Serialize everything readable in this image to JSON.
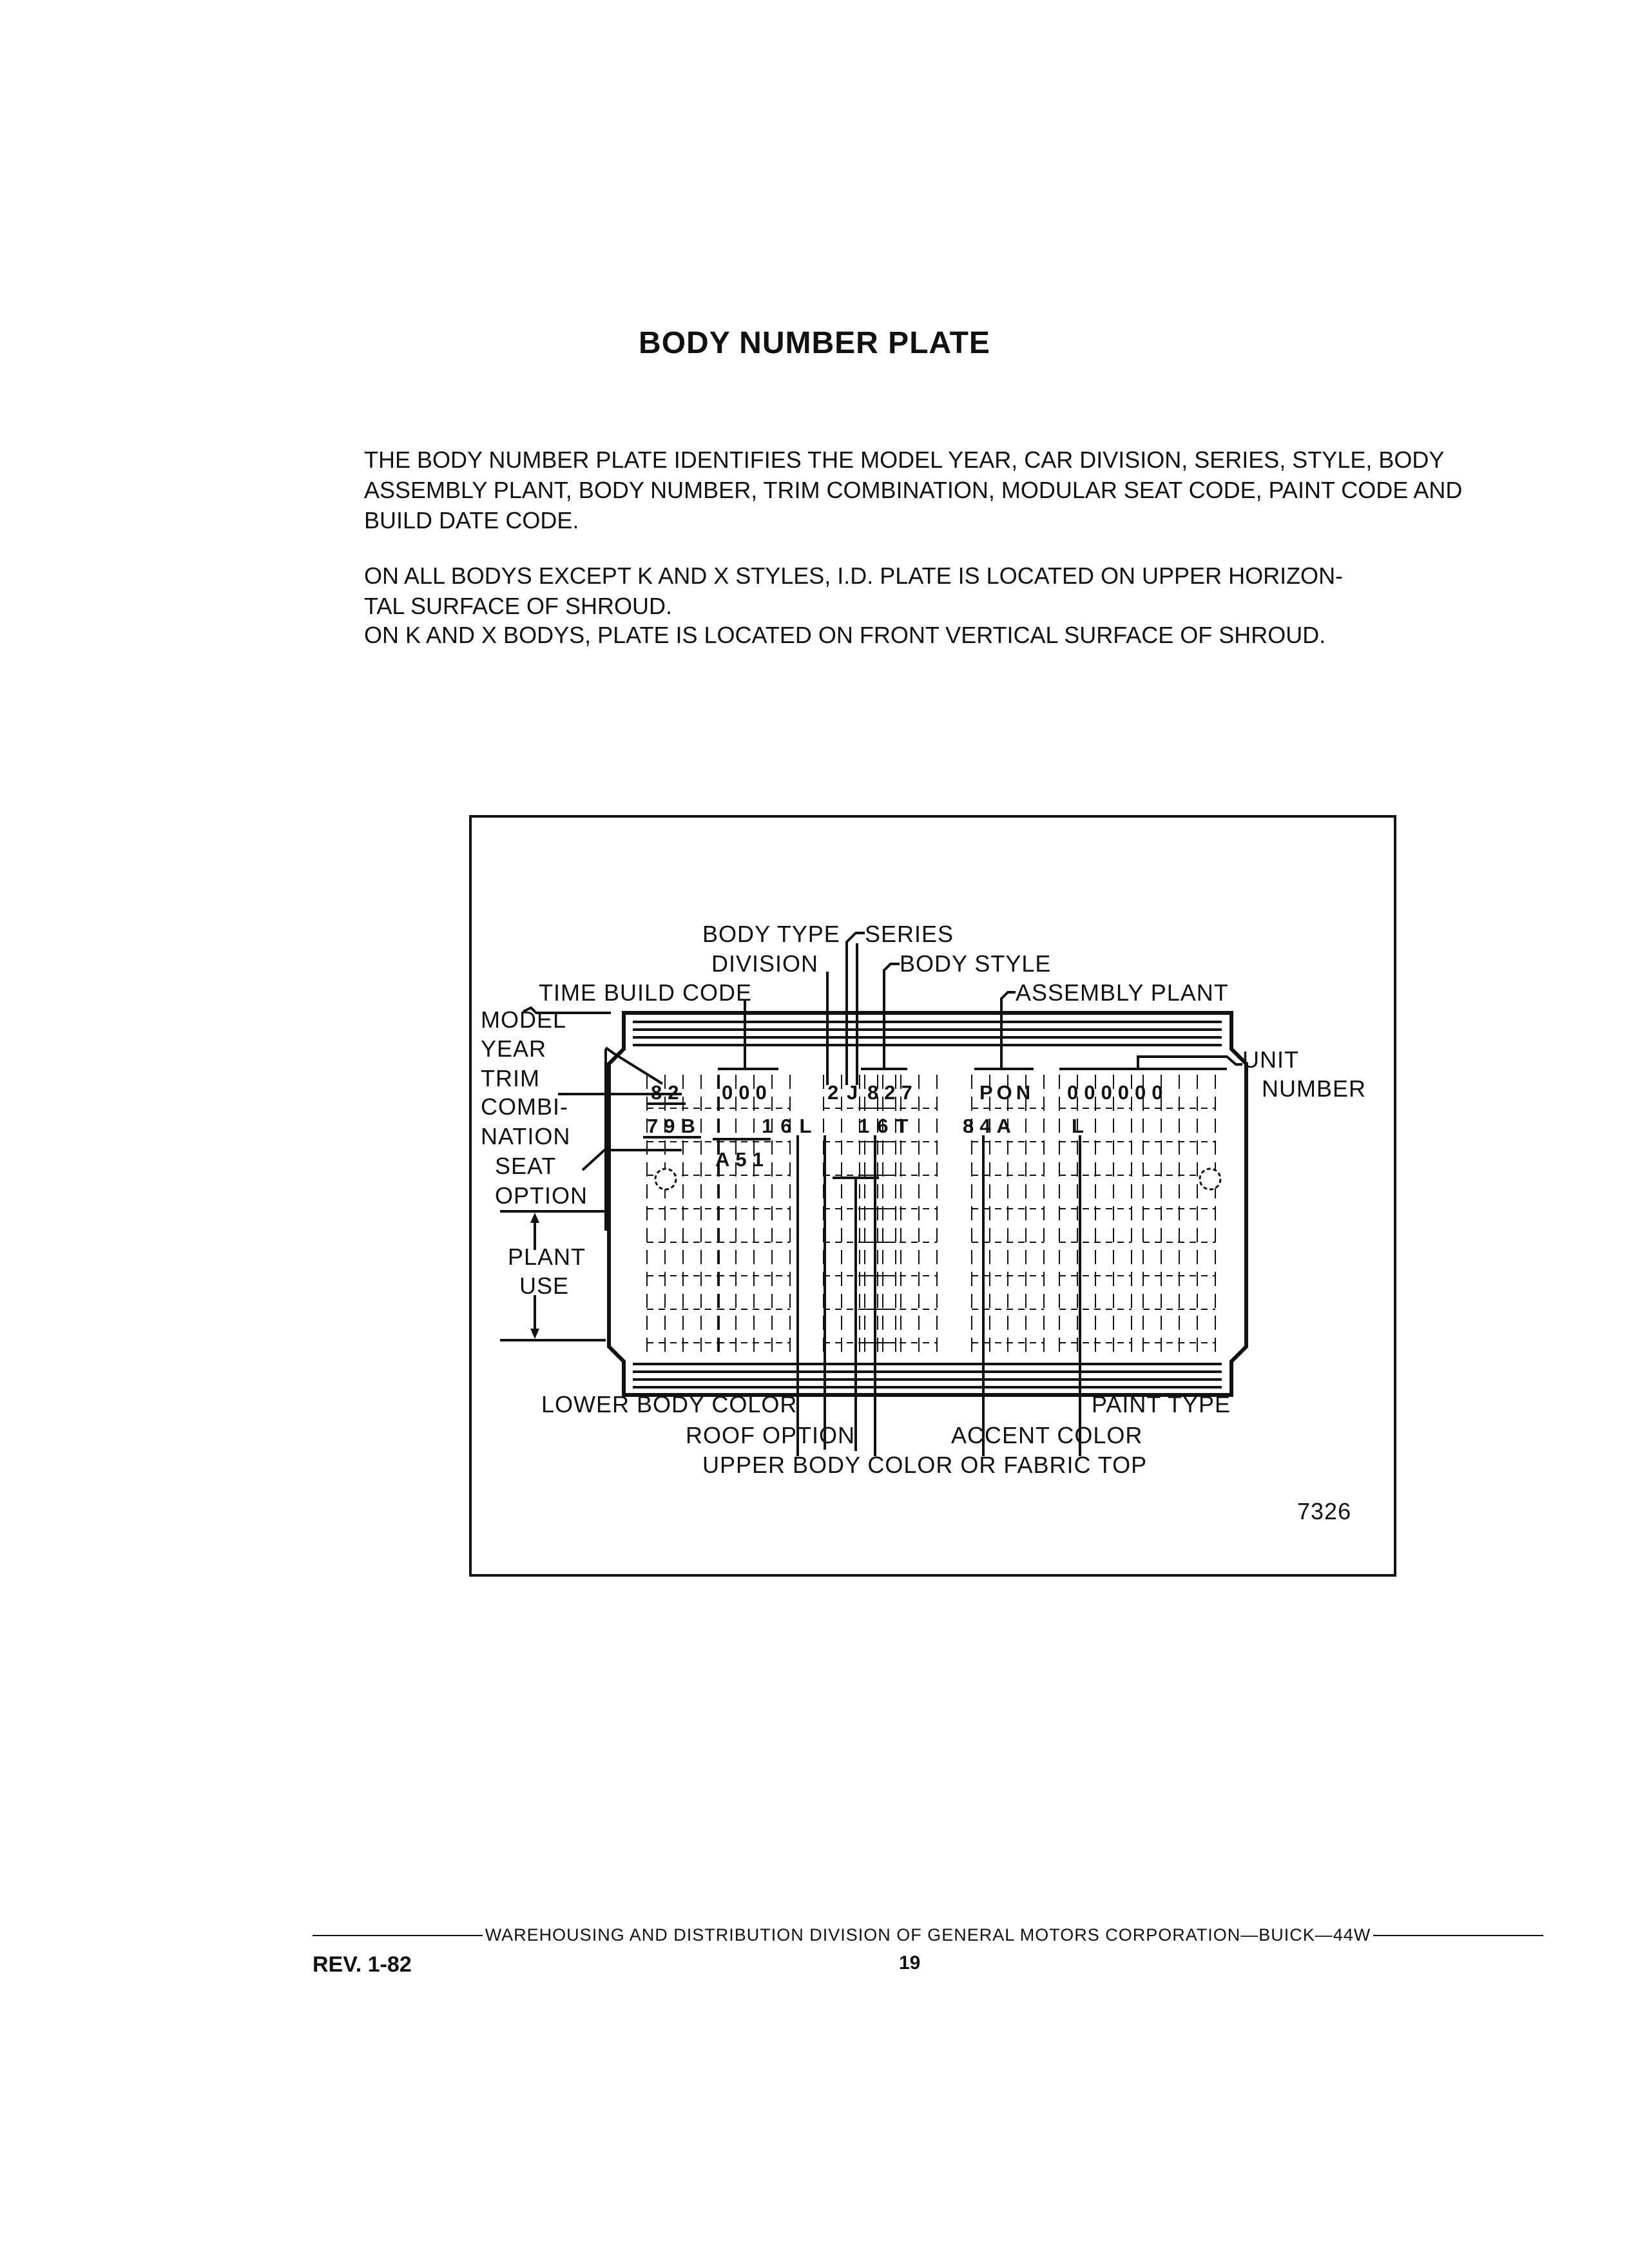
{
  "title": "BODY NUMBER PLATE",
  "paragraphs": [
    "THE BODY NUMBER PLATE IDENTIFIES THE MODEL YEAR, CAR DIVISION, SERIES, STYLE, BODY ASSEMBLY PLANT, BODY NUMBER, TRIM COMBINATION, MODULAR SEAT CODE, PAINT CODE AND BUILD DATE CODE.",
    "    ON ALL BODYS EXCEPT K AND X STYLES, I.D. PLATE IS LOCATED ON UPPER HORIZON-\nTAL SURFACE OF SHROUD.",
    "    ON K AND X BODYS, PLATE IS LOCATED ON FRONT VERTICAL SURFACE OF SHROUD."
  ],
  "diagram": {
    "figure_number": "7326",
    "labels": {
      "body_type": "BODY TYPE",
      "series": "SERIES",
      "division": "DIVISION",
      "body_style": "BODY STYLE",
      "time_build_code": "TIME BUILD CODE",
      "assembly_plant": "ASSEMBLY PLANT",
      "model": "MODEL",
      "year": "YEAR",
      "unit": "UNIT",
      "number": "NUMBER",
      "trim": "TRIM",
      "combi": "COMBI-",
      "nation": "NATION",
      "seat": "SEAT",
      "option": "OPTION",
      "plant": "PLANT",
      "use": "USE",
      "lower_body_color": "LOWER BODY COLOR",
      "paint_type": "PAINT TYPE",
      "roof_option": "ROOF OPTION",
      "accent_color": "ACCENT COLOR",
      "upper_body_color": "UPPER BODY COLOR OR FABRIC TOP"
    },
    "row1": {
      "model_year": "82",
      "time_build": "000",
      "division": "2",
      "series": "J",
      "body_style": "827",
      "plant": "PON",
      "unit_number": "000000"
    },
    "row2": {
      "trim": "79B",
      "lower_color": "16L",
      "upper_color": "16T",
      "accent_color": "84A",
      "paint_type": "L"
    },
    "row3": {
      "seat_option": "A51"
    }
  },
  "footer": {
    "text": "WAREHOUSING AND DISTRIBUTION DIVISION OF GENERAL MOTORS CORPORATION—BUICK—44W",
    "revision": "REV. 1-82",
    "page_number": "19"
  }
}
